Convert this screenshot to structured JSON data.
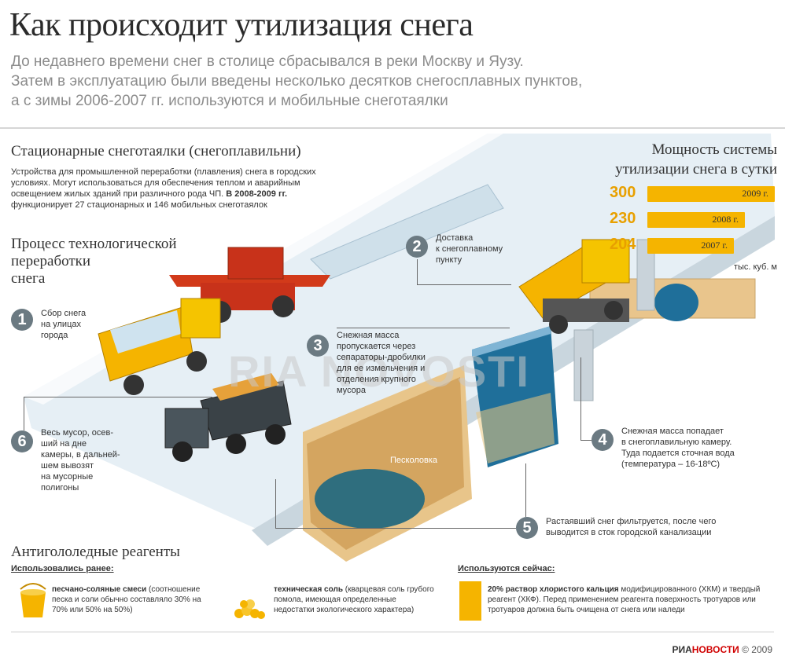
{
  "header": {
    "title": "Как происходит утилизация снега",
    "lead": [
      "До недавнего времени снег в столице сбрасывался в реки Москву и Яузу.",
      "Затем в эксплуатацию были введены несколько десятков снегосплавных пунктов,",
      "а с зимы 2006-2007 гг. используются и мобильные снеготаялки"
    ]
  },
  "stationary": {
    "title": "Стационарные снеготаялки (снегоплавильни)",
    "text_lines": [
      "Устройства для промышленной переработки (плавления) снега в городских",
      "условиях. Могут использоваться для обеспечения теплом и аварийным",
      "освещением жилых зданий при различного рода ЧП.",
      "В 2008-2009 гг.",
      "функционирует 27 стационарных и 146 мобильных снеготаялок"
    ]
  },
  "process": {
    "title_lines": [
      "Процесс технологической",
      "переработки",
      "снега"
    ],
    "steps": [
      {
        "num": "1",
        "lines": [
          "Сбор снега",
          "на улицах",
          "города"
        ]
      },
      {
        "num": "2",
        "lines": [
          "Доставка",
          "к снегоплавному",
          "пункту"
        ]
      },
      {
        "num": "3",
        "lines": [
          "Снежная масса",
          "пропускается через",
          "сепараторы-дробилки",
          "для ее измельчения и",
          "отделения крупного",
          "мусора"
        ]
      },
      {
        "num": "4",
        "lines": [
          "Снежная масса попадает",
          "в снегоплавильную камеру.",
          "Туда подается сточная вода",
          "(температура – 16-18ºС)"
        ]
      },
      {
        "num": "5",
        "lines": [
          "Растаявший снег фильтруется, после чего",
          "выводится в сток городской канализации"
        ]
      },
      {
        "num": "6",
        "lines": [
          "Весь мусор, осев-",
          "ший на дне",
          "камеры, в дальней-",
          "шем вывозят",
          "на мусорные",
          "полигоны"
        ]
      }
    ],
    "pesok_label": "Песколовка"
  },
  "capacity": {
    "title_lines": [
      "Мощность системы",
      "утилизации снега в сутки"
    ],
    "unit": "тыс. куб. м",
    "bar_color": "#f5b400",
    "chart_data": {
      "type": "bar",
      "categories": [
        "2009 г.",
        "2008 г.",
        "2007 г."
      ],
      "values": [
        300,
        230,
        204
      ],
      "labels": [
        "300",
        "230",
        "204"
      ],
      "xlim": [
        0,
        300
      ]
    }
  },
  "reagents": {
    "title": "Антигололедные реагенты",
    "past_title": "Использовались ранее:",
    "now_title": "Используются сейчас:",
    "items": [
      {
        "bold": "песчано-соляные смеси",
        "text": " (соотношение песка и соли обычно составляло 30% на 70% или 50% на 50%)"
      },
      {
        "bold": "техническая соль",
        "text": " (кварцевая соль грубого помола, имеющая определенные недостатки экологического характера)"
      },
      {
        "bold": "20% раствор хлористого кальция",
        "text": " модифицированного (ХКМ) и твердый реагент (ХКФ). Перед применением реагента поверхность тротуаров или тротуаров должна быть очищена от снега или наледи"
      }
    ]
  },
  "footer": {
    "brand_a": "РИА",
    "brand_b": "НОВОСТИ",
    "copy": " © 2009"
  },
  "watermark": "RIA NOVOSTI"
}
